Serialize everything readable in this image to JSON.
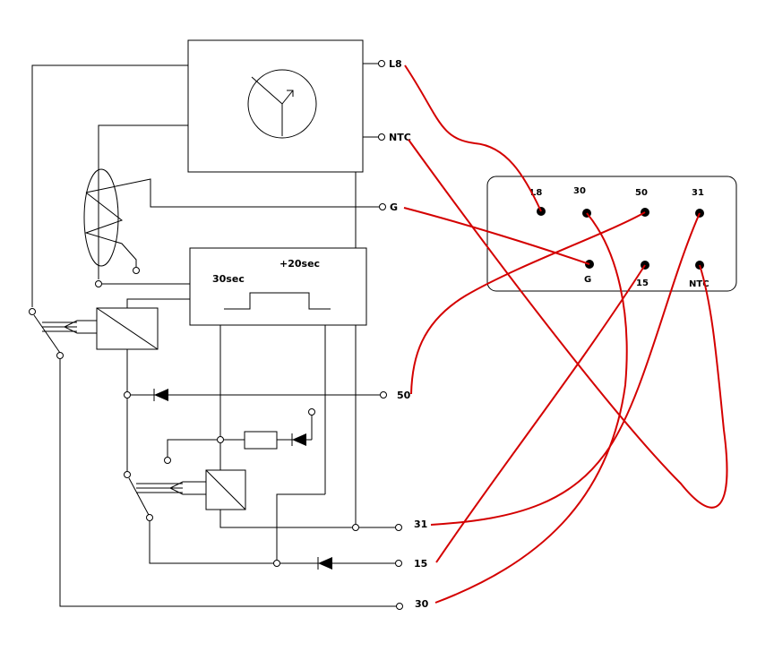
{
  "colors": {
    "wire": "#000000",
    "jumper": "#d40000",
    "background": "#ffffff"
  },
  "circuit": {
    "terminals": {
      "l8": "L8",
      "ntc": "NTC",
      "g": "G",
      "t50": "50",
      "t31": "31",
      "t15": "15",
      "t30": "30"
    },
    "timer": {
      "on_delay": "+20sec",
      "off_delay": "30sec"
    }
  },
  "connector": {
    "top_pins": [
      "L8",
      "30",
      "50",
      "31"
    ],
    "bottom_pins": [
      "G",
      "15",
      "NTC"
    ]
  },
  "icons": [
    "transistor-icon",
    "resistor-icon",
    "diode-icon",
    "relay-coil-icon",
    "switch-icon",
    "heating-element-icon"
  ]
}
